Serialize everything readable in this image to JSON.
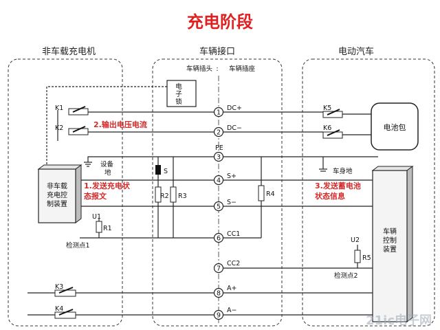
{
  "title": "充电阶段",
  "sections": {
    "charger": "非车载充电机",
    "interface": "车辆接口",
    "vehicle": "电动汽车"
  },
  "interface_labels": {
    "plug": "车辆插头",
    "socket": "车辆插座"
  },
  "electronic_lock": [
    "电",
    "子",
    "锁"
  ],
  "charger_controller": [
    "非车载",
    "充电控",
    "制装置"
  ],
  "vehicle_controller": [
    "车辆",
    "控制",
    "装置"
  ],
  "battery": "电池包",
  "contacts": [
    {
      "num": "1",
      "label": "DC+"
    },
    {
      "num": "2",
      "label": "DC−"
    },
    {
      "num": "3",
      "label": "PE"
    },
    {
      "num": "4",
      "label": "S+"
    },
    {
      "num": "5",
      "label": "S−"
    },
    {
      "num": "6",
      "label": "CC1"
    },
    {
      "num": "7",
      "label": "CC2"
    },
    {
      "num": "8",
      "label": "A+"
    },
    {
      "num": "9",
      "label": "A−"
    }
  ],
  "switches": {
    "k1": "K1",
    "k2": "K2",
    "k3": "K3",
    "k4": "K4",
    "k5": "K5",
    "k6": "K6",
    "s": "S"
  },
  "resistors": {
    "r1": "R1",
    "r2": "R2",
    "r3": "R3",
    "r4": "R4",
    "r5": "R5"
  },
  "voltages": {
    "u1": "U1",
    "u2": "U2"
  },
  "labels": {
    "equipment_ground": [
      "设备",
      "地"
    ],
    "body_ground": "车身地",
    "detection_point_1": "检测点1",
    "detection_point_2": "检测点2"
  },
  "annotations": {
    "output_voltage": "2.输出电压电流",
    "send_report": [
      "1.发送充电状",
      "态报文"
    ],
    "send_battery": [
      "3.发送蓄电池",
      "状态信息"
    ]
  },
  "watermark": "21ic电子网",
  "colors": {
    "title": "#e02020",
    "annotation": "#d42a2a"
  }
}
